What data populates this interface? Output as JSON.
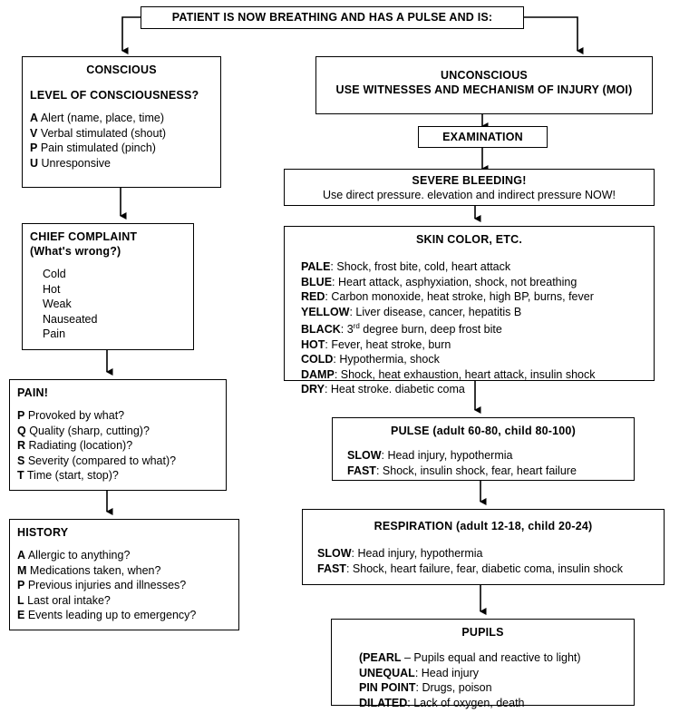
{
  "header": {
    "text": "PATIENT IS NOW BREATHING AND HAS A PULSE AND IS:"
  },
  "conscious": {
    "title": "CONSCIOUS",
    "subtitle": "LEVEL OF CONSCIOUSNESS?",
    "items": [
      {
        "key": "A",
        "text": "Alert (name, place, time)"
      },
      {
        "key": "V",
        "text": "Verbal stimulated (shout)"
      },
      {
        "key": "P",
        "text": "Pain stimulated (pinch)"
      },
      {
        "key": "U",
        "text": "Unresponsive"
      }
    ]
  },
  "chief_complaint": {
    "title": "CHIEF COMPLAINT",
    "subtitle": "(What's wrong?)",
    "items": [
      "Cold",
      "Hot",
      "Weak",
      "Nauseated",
      "Pain"
    ]
  },
  "pain": {
    "title": "PAIN!",
    "items": [
      {
        "key": "P",
        "text": "Provoked by what?"
      },
      {
        "key": "Q",
        "text": "Quality (sharp, cutting)?"
      },
      {
        "key": "R",
        "text": "Radiating (location)?"
      },
      {
        "key": "S",
        "text": "Severity (compared to what)?"
      },
      {
        "key": "T",
        "text": "Time (start, stop)?"
      }
    ]
  },
  "history": {
    "title": "HISTORY",
    "items": [
      {
        "key": "A",
        "text": "Allergic to anything?"
      },
      {
        "key": "M",
        "text": "Medications taken, when?"
      },
      {
        "key": "P",
        "text": "Previous injuries and illnesses?"
      },
      {
        "key": "L",
        "text": "Last oral intake?"
      },
      {
        "key": "E",
        "text": "Events leading up to emergency?"
      }
    ]
  },
  "unconscious": {
    "title": "UNCONSCIOUS",
    "subtitle": "USE WITNESSES AND MECHANISM OF INJURY (MOI)"
  },
  "examination": {
    "title": "EXAMINATION"
  },
  "severe_bleeding": {
    "title": "SEVERE BLEEDING!",
    "subtitle": "Use direct pressure. elevation and indirect pressure NOW!"
  },
  "skin_color": {
    "title": "SKIN COLOR, ETC.",
    "items": [
      {
        "key": "PALE",
        "text": ": Shock, frost bite, cold, heart attack"
      },
      {
        "key": "BLUE",
        "text": ": Heart attack, asphyxiation, shock, not breathing"
      },
      {
        "key": "RED",
        "text": ": Carbon monoxide, heat stroke, high BP, burns, fever"
      },
      {
        "key": "YELLOW",
        "text": ": Liver disease, cancer, hepatitis B"
      },
      {
        "key": "BLACK",
        "text": ": 3rd degree burn, deep frost bite"
      },
      {
        "key": "HOT",
        "text": ": Fever, heat stroke, burn"
      },
      {
        "key": "COLD",
        "text": ": Hypothermia, shock"
      },
      {
        "key": "DAMP",
        "text": ": Shock, heat exhaustion, heart attack, insulin shock"
      },
      {
        "key": "DRY",
        "text": ": Heat stroke. diabetic coma"
      }
    ]
  },
  "pulse": {
    "title": "PULSE (adult 60-80, child 80-100)",
    "items": [
      {
        "key": "SLOW",
        "text": ": Head injury, hypothermia"
      },
      {
        "key": "FAST",
        "text": ": Shock, insulin shock, fear, heart failure"
      }
    ]
  },
  "respiration": {
    "title": "RESPIRATION (adult 12-18, child 20-24)",
    "items": [
      {
        "key": "SLOW",
        "text": ": Head injury, hypothermia"
      },
      {
        "key": "FAST",
        "text": ": Shock, heart failure, fear, diabetic coma, insulin shock"
      }
    ]
  },
  "pupils": {
    "title": "PUPILS",
    "items": [
      {
        "key": "(PEARL",
        "text": " – Pupils equal and reactive to light)"
      },
      {
        "key": "UNEQUAL",
        "text": ": Head injury"
      },
      {
        "key": "PIN POINT",
        "text": ": Drugs, poison"
      },
      {
        "key": "DILATED",
        "text": ": Lack of oxygen, death"
      }
    ]
  }
}
